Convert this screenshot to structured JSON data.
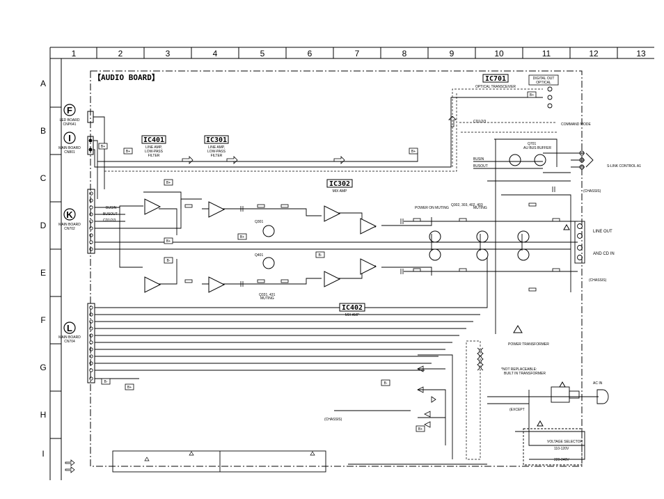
{
  "column_labels": [
    "1",
    "2",
    "3",
    "4",
    "5",
    "6",
    "7",
    "8",
    "9",
    "10",
    "11",
    "12",
    "13"
  ],
  "row_labels": [
    "A",
    "B",
    "C",
    "D",
    "E",
    "F",
    "G",
    "H",
    "I"
  ],
  "board_title": "【AUDIO BOARD】",
  "connectors": [
    {
      "letter": "F",
      "label1": "LED BOARD",
      "label2": "CNP641"
    },
    {
      "letter": "I",
      "label1": "MAIN BOARD",
      "label2": "CN801"
    },
    {
      "letter": "K",
      "label1": "MAIN BOARD",
      "label2": "CN702"
    },
    {
      "letter": "L",
      "label1": "MAIN BOARD",
      "label2": "CN704"
    }
  ],
  "ic_blocks": [
    {
      "id": "IC401",
      "desc1": "LINE AMP,",
      "desc2": "LOW-PASS",
      "desc3": "FILTER"
    },
    {
      "id": "IC301",
      "desc1": "LINE AMP,",
      "desc2": "LOW-PASS",
      "desc3": "FILTER"
    },
    {
      "id": "IC302",
      "desc1": "MIX AMP",
      "desc2": "",
      "desc3": ""
    },
    {
      "id": "IC402",
      "desc1": "MIX AMP",
      "desc2": "",
      "desc3": ""
    },
    {
      "id": "IC701",
      "desc1": "OPTICAL TRANSCEIVER",
      "desc2": "",
      "desc3": ""
    }
  ],
  "digital_out": {
    "line1": "DIGITAL OUT",
    "line2": "OPTICAL"
  },
  "signal_labels": {
    "busin": "BUSIN",
    "busout": "BUSOUT",
    "cd123": "CD1/2/3",
    "command_mode": "COMMAND MODE",
    "au_bus_buffer": "AU BUS BUFFER",
    "power_on_muting": "POWER ON MUTING",
    "muting": "MUTING",
    "s_link": "S-LINK CONTROL A1",
    "line_out": "LINE OUT",
    "and_cd_in": "AND CD IN",
    "chassis": "(CHASSIS)",
    "power_transformer": "POWER TRANSFORMER",
    "not_replaceable": "*NOT REPLACEABLE:",
    "built_in": "BUILT IN TRANSFORMER",
    "voltage_selector": "VOLTAGE SELECTOR",
    "v110": "110-120V",
    "v220": "220-240V",
    "except": "(EXCEPT",
    "ac_in": "AC IN",
    "b_plus": "B+",
    "b_minus": "B-"
  },
  "transistors": [
    "Q301",
    "Q401",
    "Q302, 303, 402, 403",
    "Q331, 431",
    "Q701"
  ]
}
